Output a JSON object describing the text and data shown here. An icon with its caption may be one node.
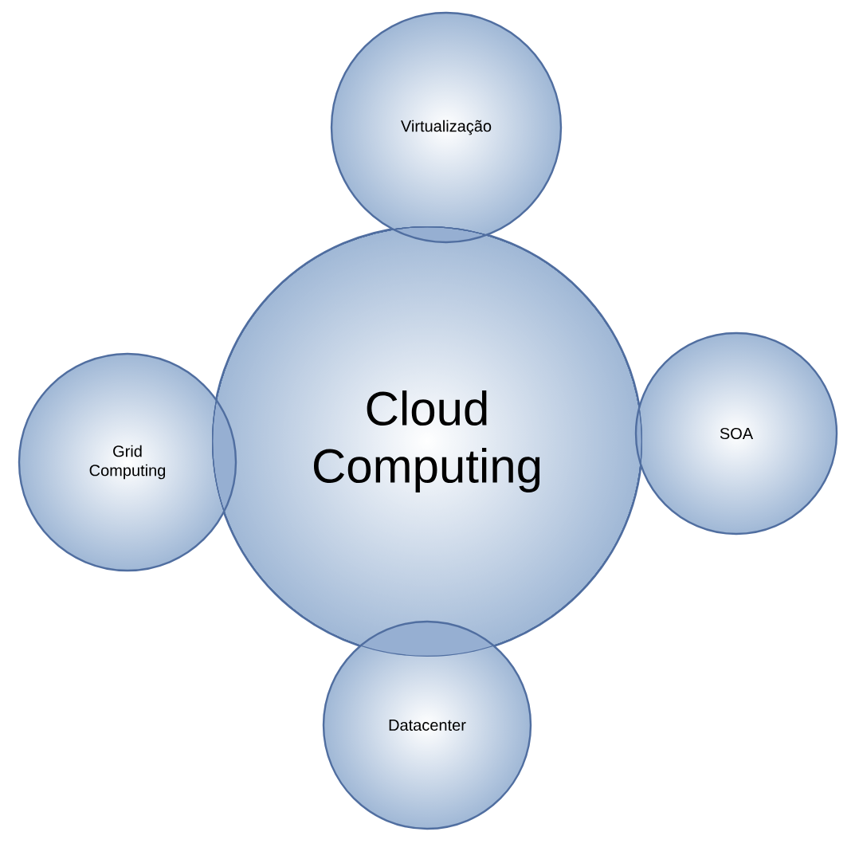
{
  "diagram": {
    "nodes": [
      {
        "text": [
          "Virtualização"
        ]
      },
      {
        "text": [
          "Grid Computing"
        ]
      },
      {
        "text": [
          "Cloud Computing"
        ]
      },
      {
        "text": [
          "SOA"
        ]
      },
      {
        "text": [
          "Datacenter"
        ]
      }
    ]
  }
}
